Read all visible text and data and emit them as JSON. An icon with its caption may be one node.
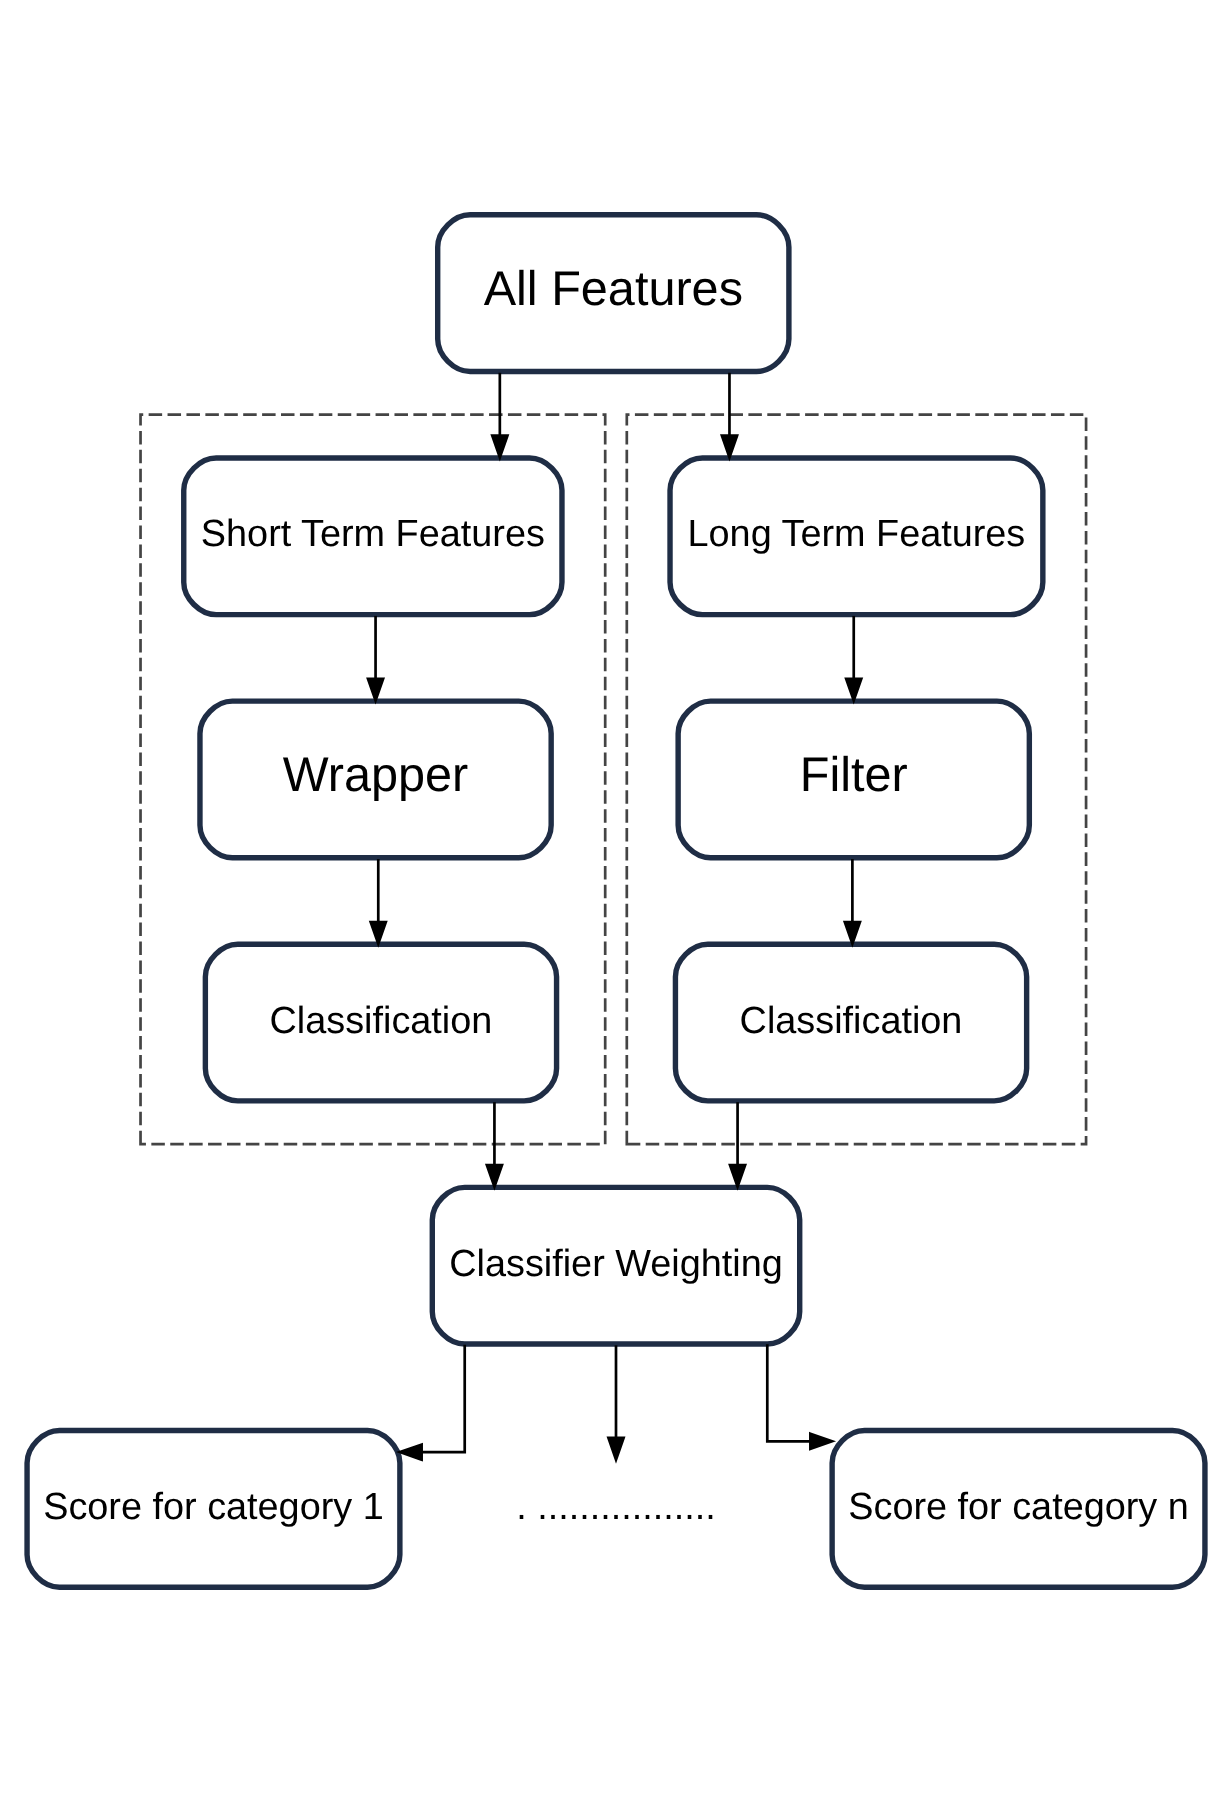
{
  "diagram": {
    "nodes": [
      {
        "text": [
          "All Features"
        ]
      },
      {
        "text": [],
        "shape": "box"
      },
      {
        "text": [
          "Short Term Features"
        ],
        "in": 1
      },
      {
        "text": [
          "Wrapper"
        ],
        "in": 1
      },
      {
        "text": [
          "Classification"
        ],
        "in": 1
      },
      {
        "text": [],
        "shape": "box"
      },
      {
        "text": [
          "Long Term Features"
        ],
        "in": 5
      },
      {
        "text": [
          "Filter"
        ],
        "in": 5
      },
      {
        "text": [
          "Classification"
        ],
        "in": 5
      },
      {
        "text": [
          "Classifier Weighting"
        ]
      },
      {
        "text": [
          "Score for category 1"
        ]
      },
      {
        "text": [
          ". ................."
        ]
      },
      {
        "text": [
          "Score for category n"
        ]
      }
    ],
    "edges": [
      {
        "from": 0,
        "to": 2,
        "arrow": "to"
      },
      {
        "from": 0,
        "to": 6,
        "arrow": "to"
      },
      {
        "from": 2,
        "to": 3,
        "arrow": "to"
      },
      {
        "from": 3,
        "to": 4,
        "arrow": "to"
      },
      {
        "from": 6,
        "to": 7,
        "arrow": "to"
      },
      {
        "from": 7,
        "to": 8,
        "arrow": "to"
      },
      {
        "from": 4,
        "to": 9,
        "arrow": "to"
      },
      {
        "from": 8,
        "to": 9,
        "arrow": "to"
      },
      {
        "from": 9,
        "to": 10,
        "arrow": "to"
      },
      {
        "from": 9,
        "to": 11,
        "arrow": "to"
      },
      {
        "from": 9,
        "to": 12,
        "arrow": "to"
      }
    ]
  }
}
